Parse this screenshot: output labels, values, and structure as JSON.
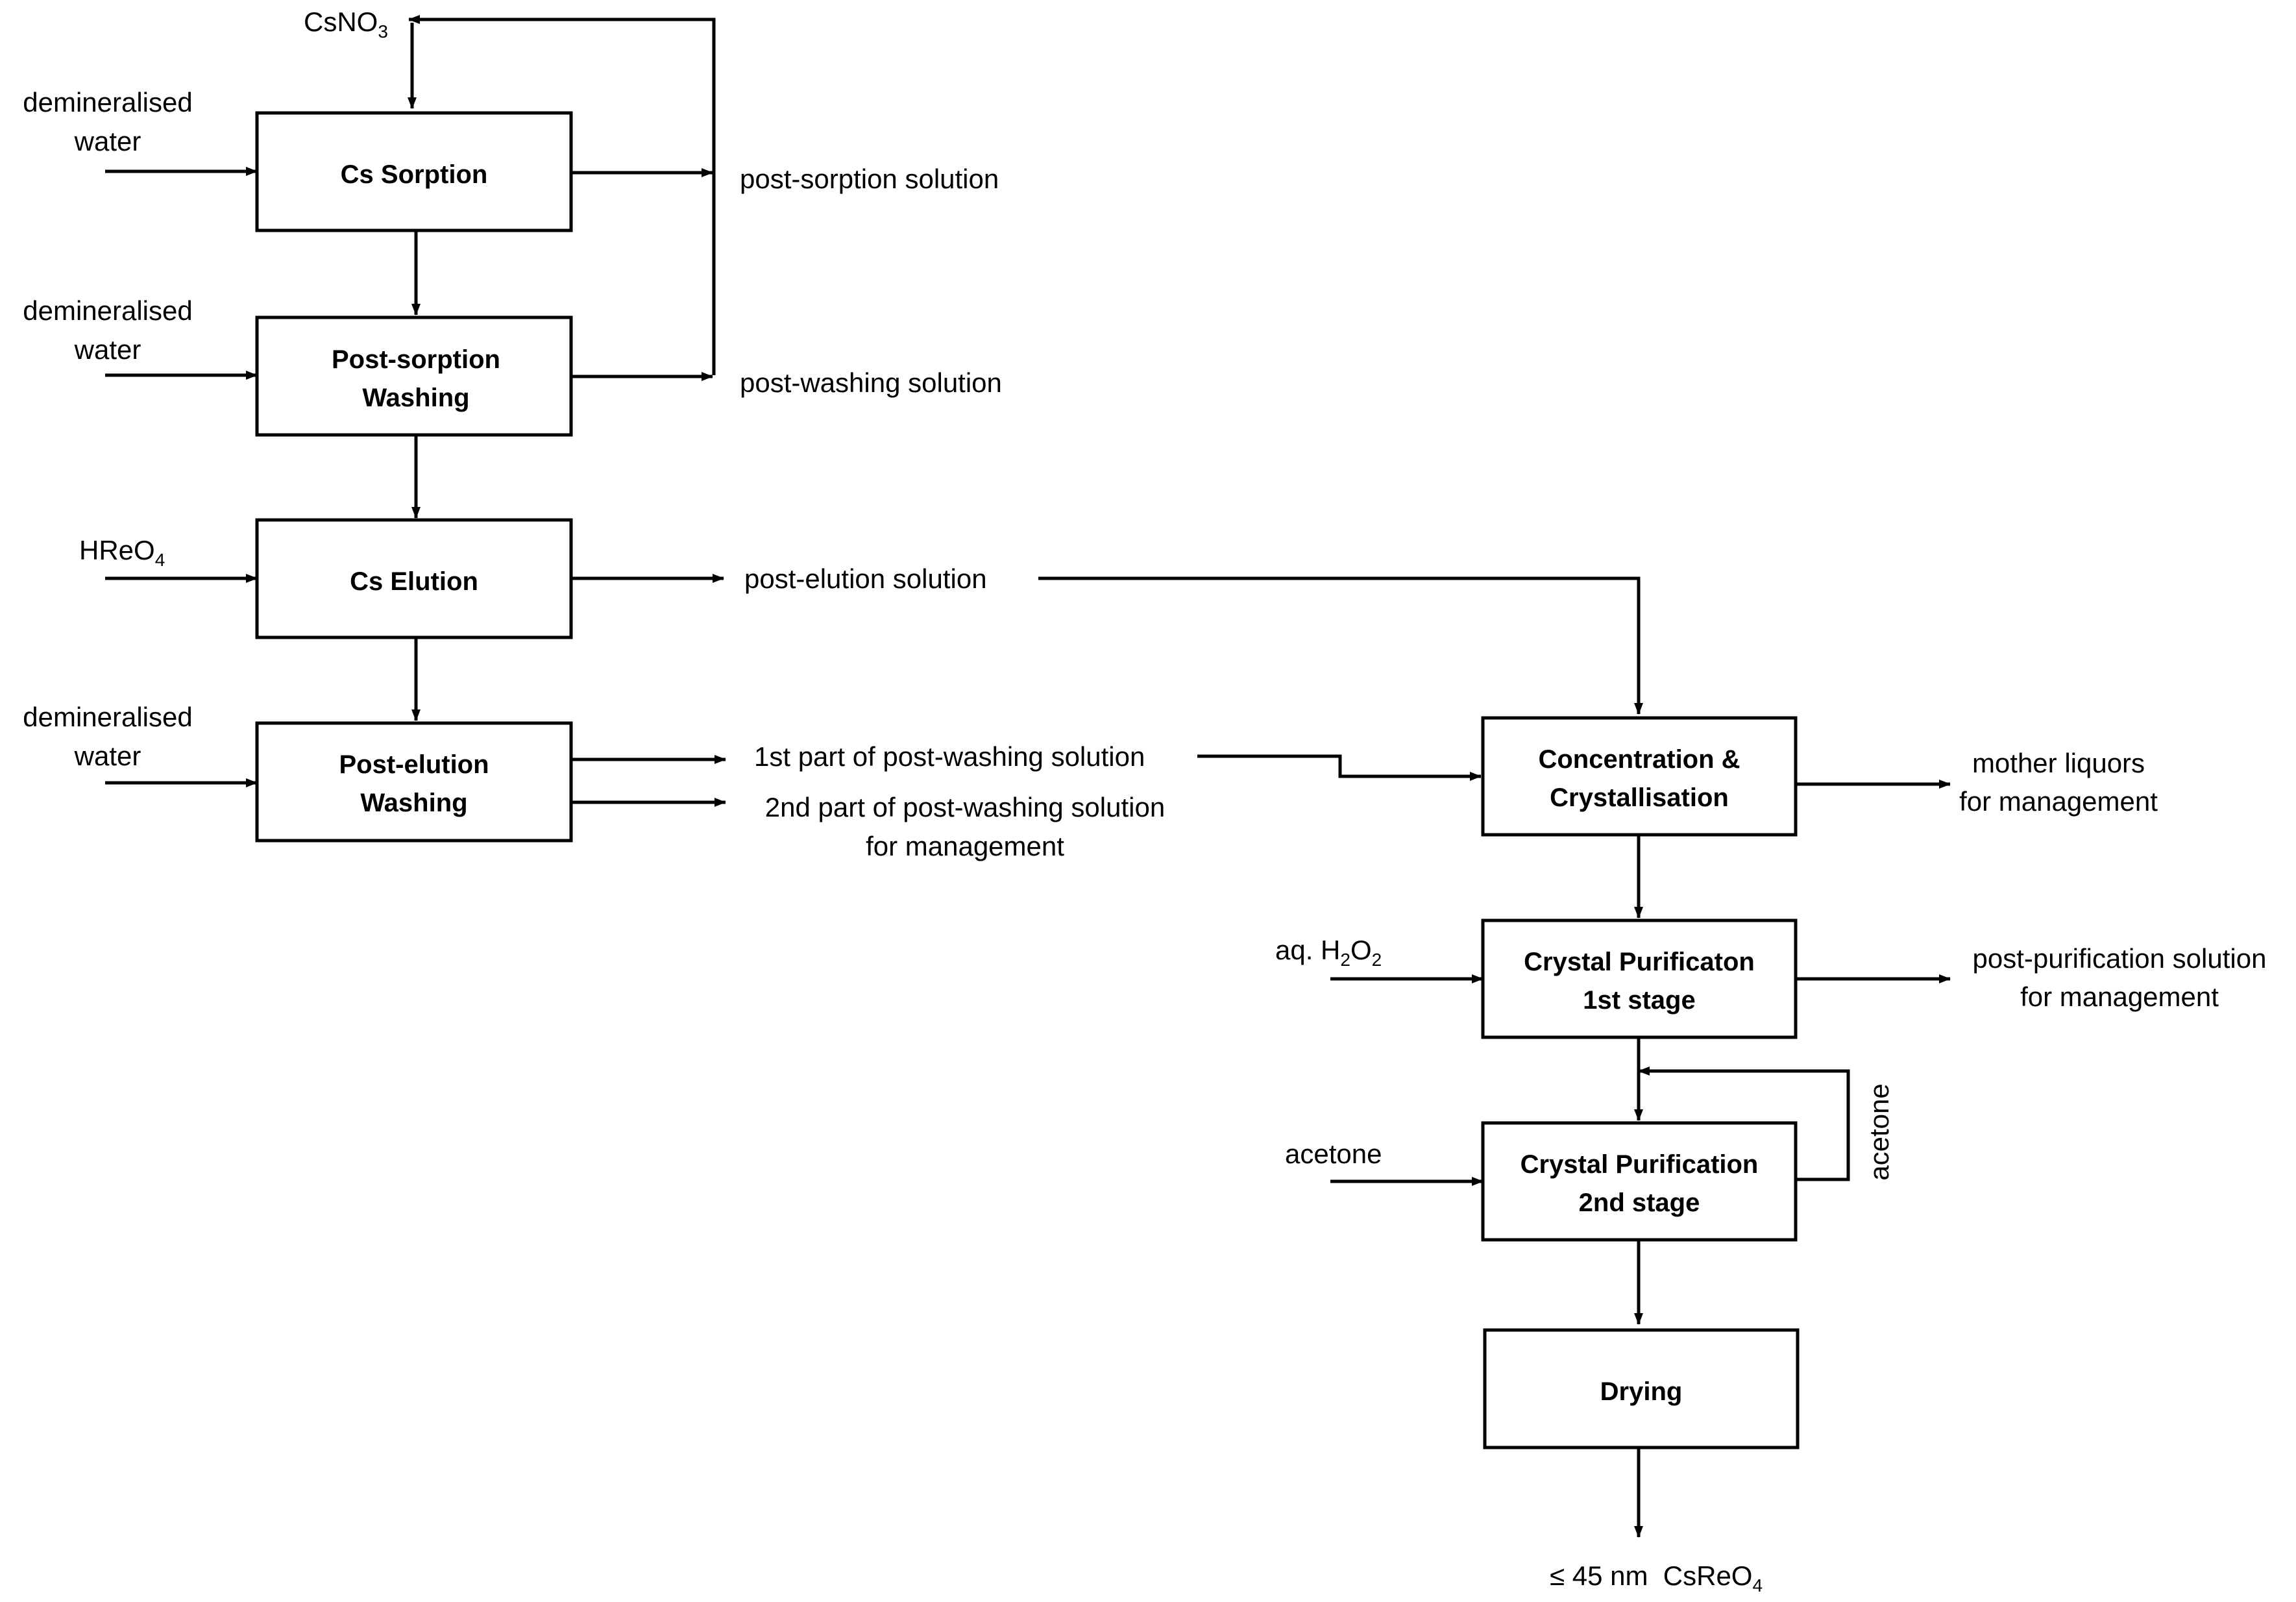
{
  "boxes": {
    "cs_sorption": [
      "Cs Sorption"
    ],
    "post_sorption_washing": [
      "Post-sorption",
      "Washing"
    ],
    "cs_elution": [
      "Cs Elution"
    ],
    "post_elution_washing": [
      "Post-elution",
      "Washing"
    ],
    "concentration": [
      "Concentration &",
      "Crystallisation"
    ],
    "purification_1": [
      "Crystal Purificaton",
      "1st stage"
    ],
    "purification_2": [
      "Crystal Purification",
      "2nd stage"
    ],
    "drying": [
      "Drying"
    ]
  },
  "inputs": {
    "csno3": {
      "main": "CsNO",
      "sub": "3"
    },
    "water_1": [
      "demineralised",
      "water"
    ],
    "water_2": [
      "demineralised",
      "water"
    ],
    "hreo4": {
      "main": "HReO",
      "sub": "4"
    },
    "water_3": [
      "demineralised",
      "water"
    ],
    "h2o2": {
      "pre": "aq. H",
      "sub1": "2",
      "mid": "O",
      "sub2": "2"
    },
    "acetone_in": "acetone",
    "acetone_recycle": "acetone"
  },
  "outputs": {
    "post_sorption": "post-sorption solution",
    "post_washing": "post-washing solution",
    "post_elution": "post-elution solution",
    "first_part": "1st part of post-washing solution",
    "second_part": [
      "2nd part of post-washing solution",
      "for management"
    ],
    "mother_liquors": [
      "mother liquors",
      "for management"
    ],
    "post_purification": [
      "post-purification solution",
      "for management"
    ],
    "product": {
      "main": "≤ 45 nm  CsReO",
      "sub": "4"
    }
  }
}
